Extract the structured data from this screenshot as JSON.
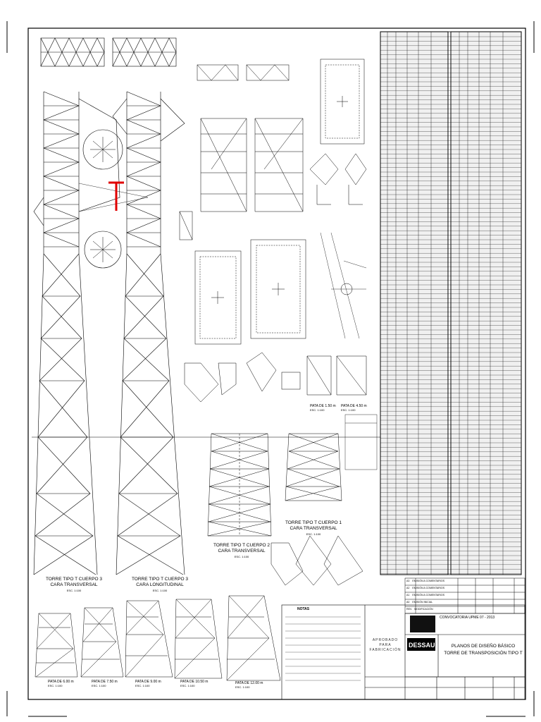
{
  "drawing": {
    "marker": "T",
    "accent_color": "#e00000",
    "tower_captions": [
      {
        "title": "TORRE TIPO T CUERPO 3",
        "subtitle": "CARA TRANSVERSAL",
        "scale": "ESC. 1:100"
      },
      {
        "title": "TORRE TIPO T CUERPO 3",
        "subtitle": "CARA LONGITUDINAL",
        "scale": "ESC. 1:100"
      },
      {
        "title": "TORRE TIPO T CUERPO 2",
        "subtitle": "CARA TRANSVERSAL",
        "scale": "ESC. 1:100"
      },
      {
        "title": "TORRE TIPO T CUERPO 1",
        "subtitle": "CARA TRANSVERSAL",
        "scale": "ESC. 1:100"
      }
    ],
    "leg_captions": [
      {
        "title": "PATA DE 6.00 m",
        "scale": "ESC. 1:100"
      },
      {
        "title": "PATA DE 7.50 m",
        "scale": "ESC. 1:100"
      },
      {
        "title": "PATA DE 9.00 m",
        "scale": "ESC. 1:100"
      },
      {
        "title": "PATA DE 10.50 m",
        "scale": "ESC. 1:100"
      },
      {
        "title": "PATA DE 12.00 m",
        "scale": "ESC. 1:100"
      },
      {
        "title": "PATA DE 1.50 m",
        "scale": "ESC. 1:100"
      },
      {
        "title": "PATA DE 4.50 m",
        "scale": "ESC. 1:100"
      }
    ]
  },
  "revisions": [
    {
      "rev": "A3",
      "desc": "EMISIÓN A COMENTARIOS"
    },
    {
      "rev": "A2",
      "desc": "EMISIÓN A COMENTARIOS"
    },
    {
      "rev": "A1",
      "desc": "EMISIÓN A COMENTARIOS"
    },
    {
      "rev": "A0",
      "desc": "EMISIÓN INICIAL"
    }
  ],
  "revision_header": {
    "rev": "REV.",
    "desc": "MODIFICACIÓN"
  },
  "notes_title": "NOTAS",
  "stamp": {
    "line1": "APROBADO",
    "line2": "PARA",
    "line3": "FABRICACIÓN"
  },
  "title_block": {
    "contest": "CONVOCATORIA UPME 07 - 2013",
    "company": "DESSAU",
    "title_line1": "PLANOS DE DISEÑO BÁSICO",
    "title_line2": "TORRE DE TRANSPOSICIÓN TIPO T"
  }
}
